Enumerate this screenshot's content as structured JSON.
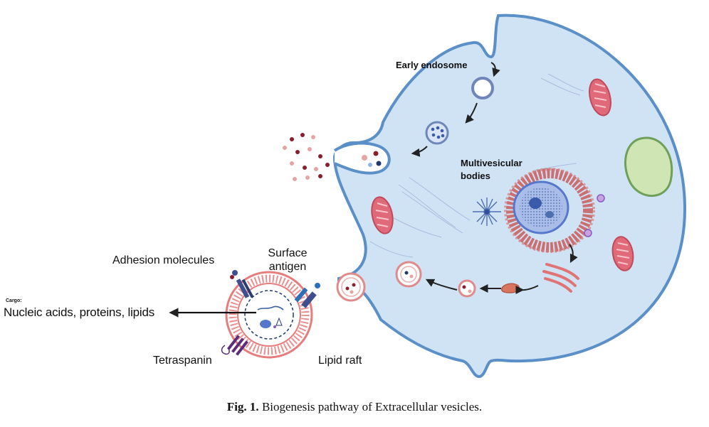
{
  "labels": {
    "early_endosome": "Early endosome",
    "multivesicular_bodies": "Multivesicular bodies",
    "adhesion_molecules": "Adhesion molecules",
    "surface_antigen": "Surface antigen",
    "tetraspanin": "Tetraspanin",
    "lipid_raft": "Lipid raft",
    "cargo_heading": "Cargo:",
    "cargo": "Nucleic acids, proteins, lipids"
  },
  "caption": {
    "prefix": "Fig. 1.",
    "text": "Biogenesis pathway of Extracellular vesicles."
  },
  "colors": {
    "cytoplasm": "#cfe3f5",
    "membrane": "#5a8fc8",
    "mitochondria": "#e0697a",
    "vacuole": "#cfe6b4",
    "ev_membrane": "#e67c7c",
    "nucleus": "#5577cc",
    "er": "#c95a5a",
    "arrow": "#222222"
  }
}
